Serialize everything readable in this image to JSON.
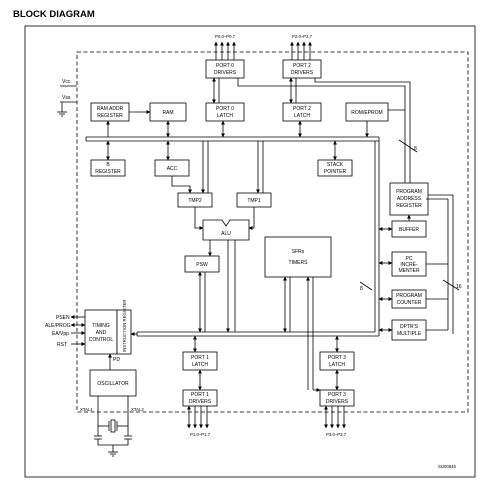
{
  "title": "BLOCK DIAGRAM",
  "figure_code": "SU00845",
  "pins": {
    "vcc": "Vcc",
    "vss": "Vss",
    "psen": "PSEN",
    "ale_prog": "ALE/PROG",
    "ea_vpp": "EA/Vpp",
    "rst": "RST",
    "xtal1": "XTAL1",
    "xtal2": "XTAL2",
    "p0": "P0.0–P0.7",
    "p2": "P2.0–P2.7",
    "p1": "P1.0–P1.7",
    "p3": "P3.0–P3.7"
  },
  "blocks": {
    "port0_drivers": [
      "PORT 0",
      "DRIVERS"
    ],
    "port2_drivers": [
      "PORT 2",
      "DRIVERS"
    ],
    "ram_addr": [
      "RAM ADDR",
      "REGISTER"
    ],
    "ram": [
      "RAM"
    ],
    "port0_latch": [
      "PORT 0",
      "LATCH"
    ],
    "port2_latch": [
      "PORT 2",
      "LATCH"
    ],
    "rom": [
      "ROM/EPROM"
    ],
    "b_reg": [
      "B",
      "REGISTER"
    ],
    "acc": [
      "ACC"
    ],
    "stack": [
      "STACK",
      "POINTER"
    ],
    "tmp2": [
      "TMP2"
    ],
    "tmp1": [
      "TMP1"
    ],
    "alu": [
      "ALU"
    ],
    "psw": [
      "PSW"
    ],
    "sfrs": [
      "SFRs",
      "TIMERS"
    ],
    "pc_addr": [
      "PROGRAM",
      "ADDRESS",
      "REGISTER"
    ],
    "buffer": [
      "BUFFER"
    ],
    "pc_inc": [
      "PC",
      "INCRE-",
      "MENTER"
    ],
    "pc": [
      "PROGRAM",
      "COUNTER"
    ],
    "dptr": [
      "DPTR'S",
      "MULTIPLE"
    ],
    "timing": [
      "TIMING",
      "AND",
      "CONTROL"
    ],
    "instr_reg": "INSTRUCTION REGISTER",
    "pd": "PD",
    "oscillator": [
      "OSCILLATOR"
    ],
    "port1_latch": [
      "PORT 1",
      "LATCH"
    ],
    "port3_latch": [
      "PORT 3",
      "LATCH"
    ],
    "port1_drivers": [
      "PORT 1",
      "DRIVERS"
    ],
    "port3_drivers": [
      "PORT 3",
      "DRIVERS"
    ]
  },
  "bus_width_labels": [
    "8",
    "8",
    "16"
  ],
  "icons": [
    "ground-symbol",
    "crystal-symbol",
    "capacitor-symbol"
  ]
}
